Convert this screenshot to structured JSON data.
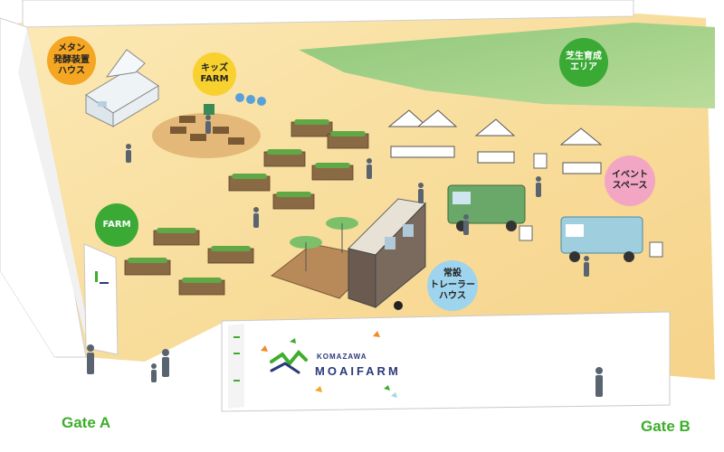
{
  "areas": {
    "methane": {
      "lines": [
        "メタン",
        "発酵装置",
        "ハウス"
      ],
      "color": "#f5a623"
    },
    "kids": {
      "lines": [
        "キッズ",
        "FARM"
      ],
      "color": "#f8d12f"
    },
    "lawn": {
      "lines": [
        "芝生育成",
        "エリア"
      ],
      "color": "#3aaa35"
    },
    "event": {
      "lines": [
        "イベント",
        "スペース"
      ],
      "color": "#f2a6c4"
    },
    "farm": {
      "lines": [
        "FARM"
      ],
      "color": "#3aaa35"
    },
    "trailer": {
      "lines": [
        "常設",
        "トレーラー",
        "ハウス"
      ],
      "color": "#9fd4ee"
    }
  },
  "gates": {
    "a": "Gate A",
    "b": "Gate B"
  },
  "brand": {
    "small": "KOMAZAWA",
    "big": "MOAIFARM"
  },
  "colors": {
    "ground": "#f7dfa0",
    "lawn": "#9fcf7e",
    "wall": "#ffffff",
    "accent_green": "#3dae2b"
  },
  "icons": [
    "greenhouse",
    "planter-box",
    "tent",
    "food-truck",
    "trailer-house",
    "parasol",
    "person"
  ]
}
